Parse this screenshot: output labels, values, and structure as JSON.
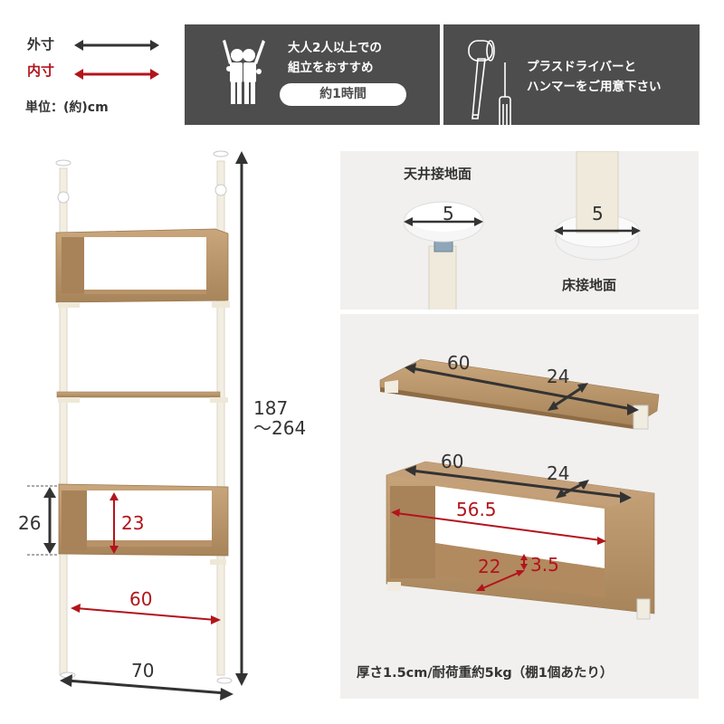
{
  "legend": {
    "outer_label": "外寸",
    "inner_label": "内寸",
    "unit": "単位：(約)cm",
    "outer_color": "#333333",
    "inner_color": "#b3141c"
  },
  "assembly_panel": {
    "line1": "大人2人以上での",
    "line2": "組立をおすすめ",
    "time": "約1時間",
    "icon": "two-people-cheering-icon"
  },
  "tools_panel": {
    "line1": "プラスドライバーと",
    "line2": "ハンマーをご用意下さい",
    "icons": [
      "hammer-icon",
      "screwdriver-icon"
    ]
  },
  "main_diagram": {
    "total_height": "187",
    "total_height_max": "～264",
    "box_outer_height": "26",
    "box_inner_height": "23",
    "inner_width": "60",
    "outer_width": "70"
  },
  "contact_panel": {
    "ceiling_label": "天井接地面",
    "ceiling_diameter": "5",
    "floor_label": "床接地面",
    "floor_diameter": "5"
  },
  "shelf_panel": {
    "board_width": "60",
    "board_depth": "24",
    "box_width": "60",
    "box_depth": "24",
    "box_inner_width": "56.5",
    "box_inner_depth": "22",
    "box_lip_height": "3.5",
    "caption": "厚さ1.5cm/耐荷重約5kg（棚1個あたり）"
  },
  "colors": {
    "dark_panel": "#4d4d4d",
    "info_bg": "#f1f0ee",
    "wood": "#b9956b",
    "pole": "#f0ece0",
    "red": "#b3141c",
    "dark": "#333333"
  }
}
